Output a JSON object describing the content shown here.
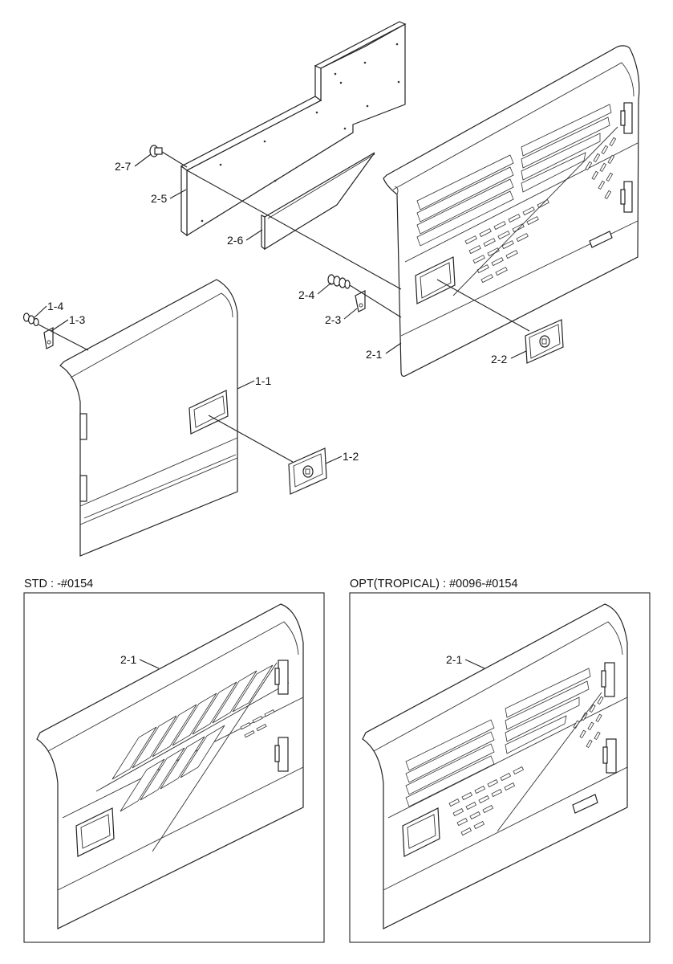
{
  "part_labels": {
    "p2_7": "2-7",
    "p2_5": "2-5",
    "p2_6": "2-6",
    "p2_4": "2-4",
    "p2_3": "2-3",
    "p2_1": "2-1",
    "p2_2": "2-2",
    "p1_4": "1-4",
    "p1_3": "1-3",
    "p1_1": "1-1",
    "p1_2": "1-2"
  },
  "insets": {
    "std": {
      "caption": "STD : -#0154",
      "part_label": "2-1"
    },
    "opt": {
      "caption": "OPT(TROPICAL) : #0096-#0154",
      "part_label": "2-1"
    }
  }
}
